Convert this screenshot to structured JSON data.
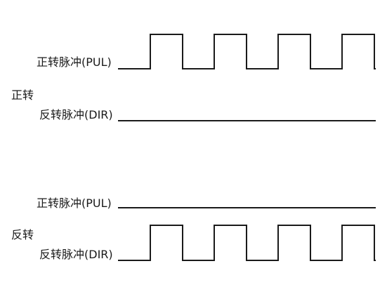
{
  "section_forward": {
    "title": "正转",
    "signals": [
      {
        "label": "正转脉冲(PUL)",
        "kind": "pulse"
      },
      {
        "label": "反转脉冲(DIR)",
        "kind": "level"
      }
    ]
  },
  "section_reverse": {
    "title": "反转",
    "signals": [
      {
        "label": "正转脉冲(PUL)",
        "kind": "level"
      },
      {
        "label": "反转脉冲(DIR)",
        "kind": "pulse"
      }
    ]
  },
  "pulse_count": 4,
  "line_color": "#1a1a1a"
}
